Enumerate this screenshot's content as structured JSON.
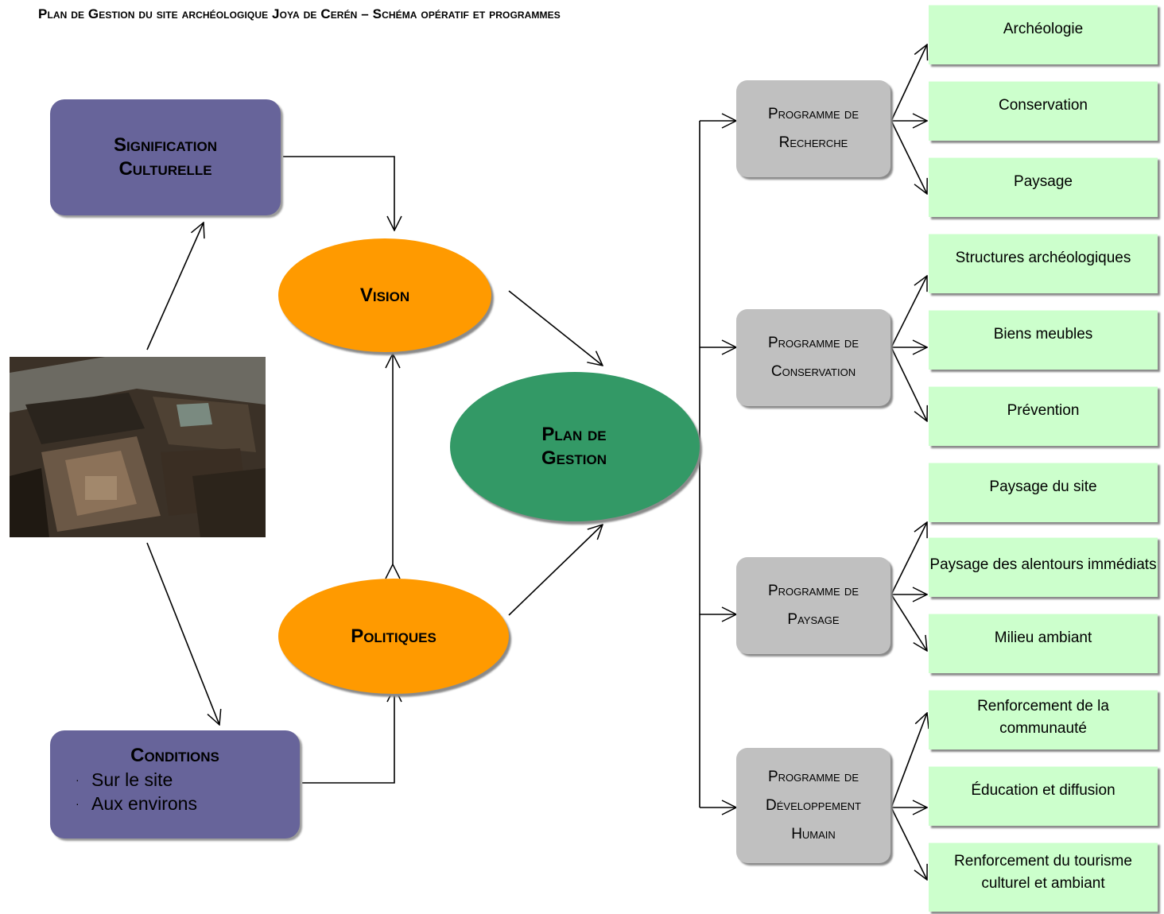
{
  "title": "Plan de Gestion du site archéologique Joya de Cerén – Schéma opératif et programmes",
  "signification": {
    "line1": "Signification",
    "line2": "Culturelle"
  },
  "conditions": {
    "title": "Conditions",
    "items": [
      "Sur le site",
      "Aux environs"
    ]
  },
  "vision": "Vision",
  "politiques": "Politiques",
  "plan": {
    "line1": "Plan de",
    "line2": "Gestion"
  },
  "programmes": [
    {
      "lines": [
        "Programme de",
        "Recherche"
      ],
      "leaves": [
        "Archéologie",
        "Conservation",
        "Paysage"
      ]
    },
    {
      "lines": [
        "Programme de",
        "Conservation"
      ],
      "leaves": [
        "Structures archéologiques",
        "Biens meubles",
        "Prévention"
      ]
    },
    {
      "lines": [
        "Programme de",
        "Paysage"
      ],
      "leaves": [
        "Paysage du site",
        "Paysage des alentours immédiats",
        "Milieu ambiant"
      ]
    },
    {
      "lines": [
        "Programme de",
        "Développement",
        "Humain"
      ],
      "leaves": [
        "Renforcement de la communauté",
        "Éducation et diffusion",
        "Renforcement du tourisme culturel et ambiant"
      ]
    }
  ],
  "colors": {
    "purple": "#67649a",
    "orange": "#ff9a00",
    "green": "#339966",
    "grey": "#c0c0c0",
    "leaf": "#ccffcc"
  },
  "photo": "archaeological-site-photo"
}
